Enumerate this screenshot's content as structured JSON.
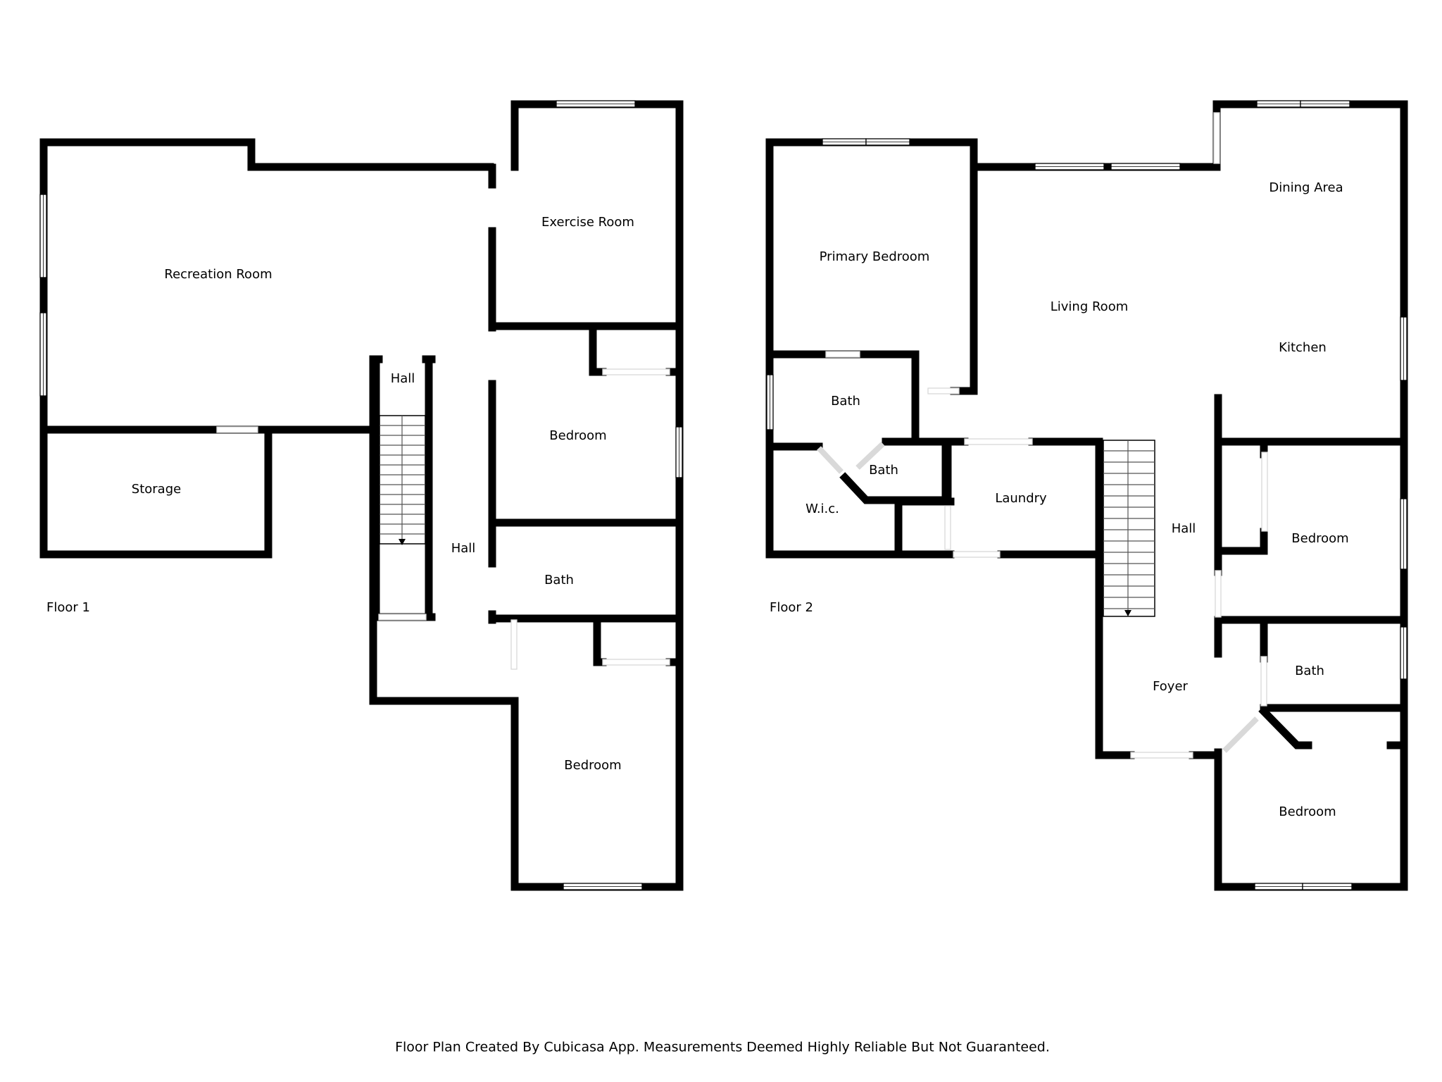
{
  "floors": [
    {
      "label": "Floor 1",
      "rooms": {
        "recreation_room": "Recreation Room",
        "exercise_room": "Exercise Room",
        "hall_stair": "Hall",
        "bedroom_a": "Bedroom",
        "storage": "Storage",
        "hall": "Hall",
        "bath": "Bath",
        "bedroom_b": "Bedroom"
      }
    },
    {
      "label": "Floor 2",
      "rooms": {
        "primary_bedroom": "Primary Bedroom",
        "living_room": "Living Room",
        "dining_area": "Dining Area",
        "kitchen": "Kitchen",
        "bath_a": "Bath",
        "bath_b": "Bath",
        "wic": "W.i.c.",
        "laundry": "Laundry",
        "hall": "Hall",
        "bedroom_a": "Bedroom",
        "bath_c": "Bath",
        "foyer": "Foyer",
        "bedroom_b": "Bedroom"
      }
    }
  ],
  "footer": "Floor Plan Created By Cubicasa App. Measurements Deemed Highly Reliable But Not Guaranteed."
}
